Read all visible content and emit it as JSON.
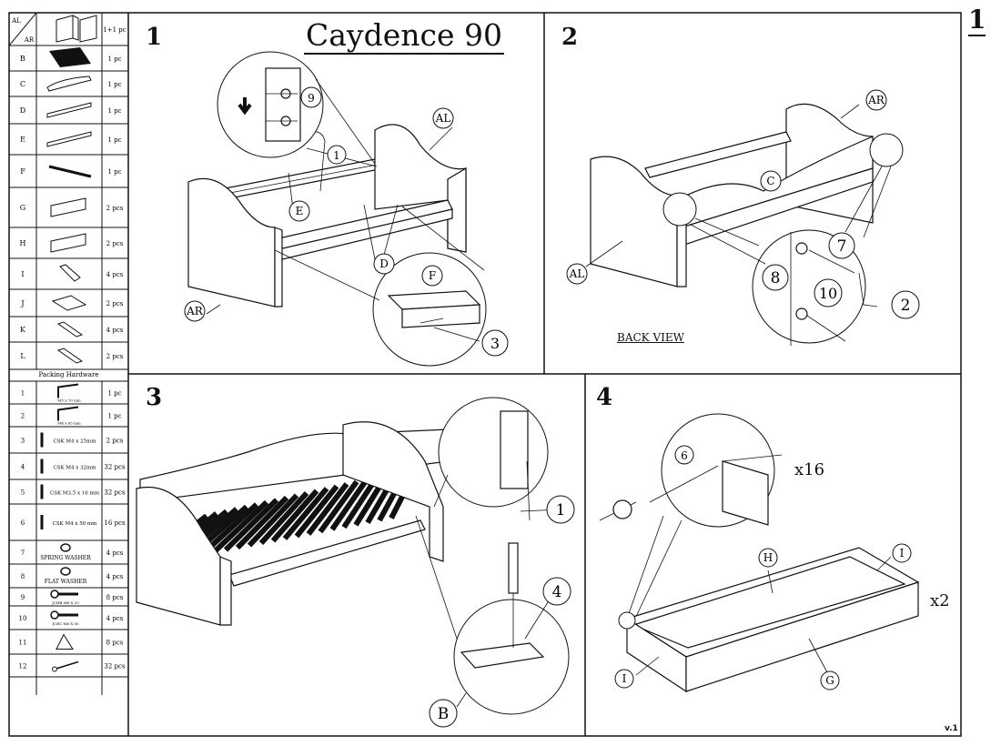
{
  "title": "Caydence 90",
  "page_number": "1",
  "version": "v.1",
  "back_view_label": "BACK VIEW",
  "packing_hardware_label": "Packing Hardware",
  "step_numbers": [
    "1",
    "2",
    "3",
    "4"
  ],
  "x16_label": "x16",
  "x2_label": "x2",
  "parts_header": {
    "al": "AL",
    "ar": "AR"
  },
  "parts": [
    {
      "id": "AL AR",
      "qty": "1+1 pc"
    },
    {
      "id": "B",
      "qty": "1 pc"
    },
    {
      "id": "C",
      "qty": "1 pc"
    },
    {
      "id": "D",
      "qty": "1 pc"
    },
    {
      "id": "E",
      "qty": "1 pc"
    },
    {
      "id": "F",
      "qty": "1 pc"
    },
    {
      "id": "G",
      "qty": "2 pcs"
    },
    {
      "id": "H",
      "qty": "2 pcs"
    },
    {
      "id": "I",
      "qty": "4 pcs"
    },
    {
      "id": "J",
      "qty": "2 pcs"
    },
    {
      "id": "K",
      "qty": "4 pcs"
    },
    {
      "id": "L",
      "qty": "2 pcs"
    }
  ],
  "hardware": [
    {
      "id": "1",
      "name": "M5 x 70 mm",
      "qty": "1 pc"
    },
    {
      "id": "2",
      "name": "M4 x 65 mm",
      "qty": "1 pc"
    },
    {
      "id": "3",
      "name": "CSK M4 x 25mm",
      "qty": "2 pcs"
    },
    {
      "id": "4",
      "name": "CSK M4 x 32mm",
      "qty": "32 pcs"
    },
    {
      "id": "5",
      "name": "CSK M3.5 x 16 mm",
      "qty": "32 pcs"
    },
    {
      "id": "6",
      "name": "CSK M4 x 50 mm",
      "qty": "16 pcs"
    },
    {
      "id": "7",
      "name": "SPRING WASHER",
      "qty": "4 pcs"
    },
    {
      "id": "8",
      "name": "FLAT WASHER",
      "qty": "4 pcs"
    },
    {
      "id": "9",
      "name": "JCHB M6 X 20",
      "qty": "8 pcs"
    },
    {
      "id": "10",
      "name": "JCBC M6 X 50",
      "qty": "4 pcs"
    },
    {
      "id": "11",
      "name": "",
      "qty": "8 pcs"
    },
    {
      "id": "12",
      "name": "",
      "qty": "32 pcs"
    }
  ],
  "callouts": {
    "step1": [
      "AL",
      "E",
      "D",
      "F",
      "AR",
      "9",
      "1",
      "3"
    ],
    "step2": [
      "AR",
      "C",
      "AL",
      "7",
      "8",
      "10",
      "2"
    ],
    "step3": [
      "1",
      "4",
      "B"
    ],
    "step4": [
      "6",
      "H",
      "I",
      "I",
      "G"
    ]
  }
}
